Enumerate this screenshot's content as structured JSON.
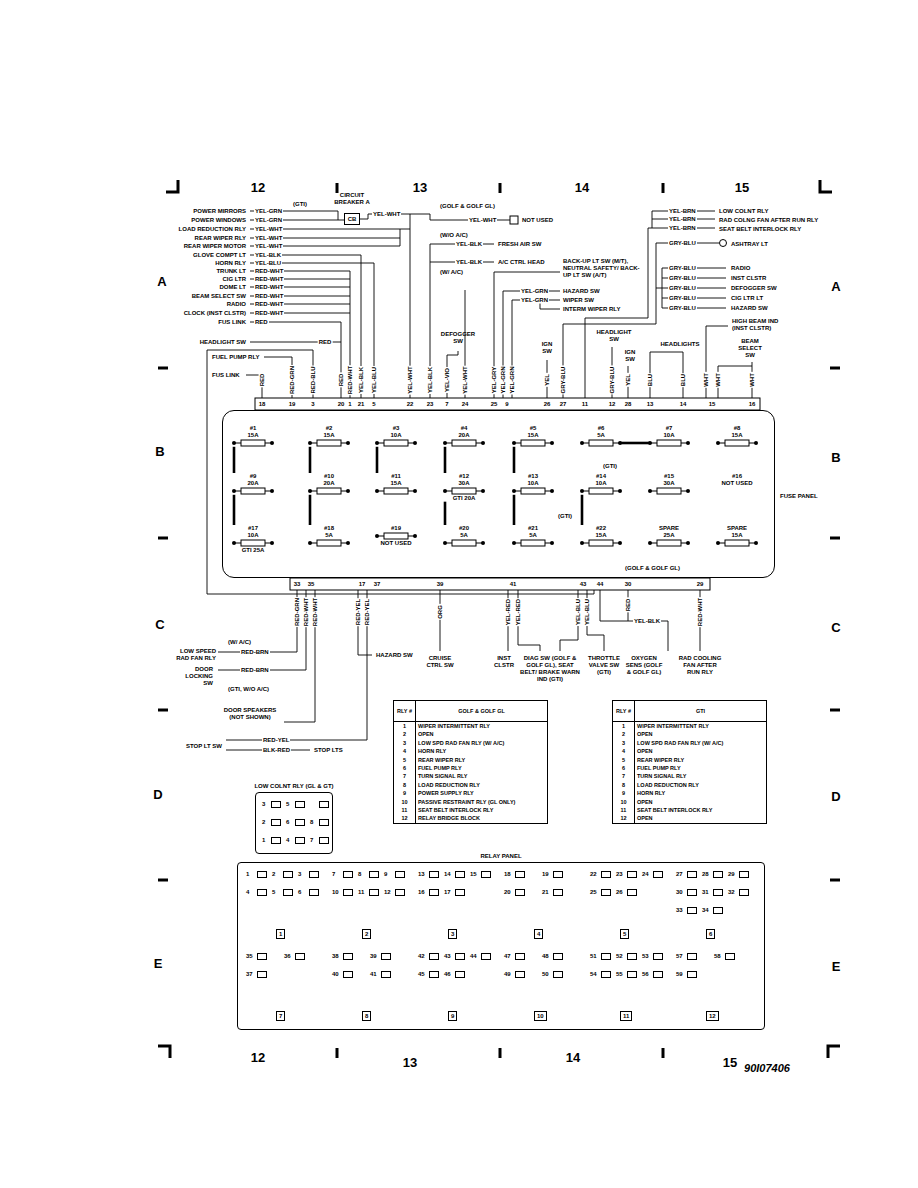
{
  "diagram": {
    "nodes": [
      {
        "text": [
          "CB"
        ]
      },
      {
        "text": [
          "FUSE PANEL"
        ]
      },
      {
        "text": [
          "#1",
          "15A"
        ],
        "in": 1
      },
      {
        "text": [
          "#2",
          "15A"
        ],
        "in": 1
      },
      {
        "text": [
          "#3",
          "10A"
        ],
        "in": 1
      },
      {
        "text": [
          "#4",
          "20A"
        ],
        "in": 1
      },
      {
        "text": [
          "#5",
          "15A"
        ],
        "in": 1
      },
      {
        "text": [
          "#6",
          "5A"
        ],
        "in": 1
      },
      {
        "text": [
          "#7",
          "10A"
        ],
        "in": 1
      },
      {
        "text": [
          "#8",
          "15A"
        ],
        "in": 1
      },
      {
        "text": [
          "#9",
          "20A"
        ],
        "in": 1
      },
      {
        "text": [
          "#10",
          "20A"
        ],
        "in": 1
      },
      {
        "text": [
          "#11",
          "15A"
        ],
        "in": 1
      },
      {
        "text": [
          "#12",
          "30A",
          "GTI 20A"
        ],
        "in": 1
      },
      {
        "text": [
          "#13",
          "10A"
        ],
        "in": 1
      },
      {
        "text": [
          "#14",
          "10A"
        ],
        "in": 1
      },
      {
        "text": [
          "#15",
          "30A"
        ],
        "in": 1
      },
      {
        "text": [
          "#16",
          "NOT USED"
        ],
        "in": 1
      },
      {
        "text": [
          "#17",
          "10A",
          "GTI 25A"
        ],
        "in": 1
      },
      {
        "text": [
          "#18",
          "5A"
        ],
        "in": 1
      },
      {
        "text": [
          "#19",
          "NOT USED"
        ],
        "in": 1
      },
      {
        "text": [
          "#20",
          "5A"
        ],
        "in": 1
      },
      {
        "text": [
          "#21",
          "5A"
        ],
        "in": 1
      },
      {
        "text": [
          "#22",
          "15A"
        ],
        "in": 1
      },
      {
        "text": [
          "SPARE",
          "25A"
        ],
        "in": 1
      },
      {
        "text": [
          "SPARE",
          "15A"
        ],
        "in": 1
      },
      {
        "text": [
          "RLY #",
          "GOLF & GOLF GL",
          "1",
          "WIPER INTERMITTENT RLY",
          "2",
          "OPEN",
          "3",
          "LOW SPD RAD FAN RLY (W/ A/C)",
          "4",
          "HORN RLY",
          "5",
          "REAR WIPER RLY",
          "6",
          "FUEL PUMP RLY",
          "7",
          "TURN SIGNAL RLY",
          "8",
          "LOAD REDUCTION RLY",
          "9",
          "POWER SUPPLY RLY",
          "10",
          "PASSIVE RESTRAINT RLY (GL ONLY)",
          "11",
          "SEAT BELT INTERLOCK RLY",
          "12",
          "RELAY BRIDGE BLOCK"
        ]
      },
      {
        "text": [
          "RLY #",
          "GTI",
          "1",
          "WIPER INTERMITTENT RLY",
          "2",
          "OPEN",
          "3",
          "LOW SPD RAD FAN RLY (W/ A/C)",
          "4",
          "OPEN",
          "5",
          "REAR WIPER RLY",
          "6",
          "FUEL PUMP RLY",
          "7",
          "TURN SIGNAL RLY",
          "8",
          "LOAD REDUCTION RLY",
          "9",
          "HORN RLY",
          "10",
          "OPEN",
          "11",
          "SEAT BELT INTERLOCK RLY",
          "12",
          "OPEN"
        ]
      },
      {
        "text": [
          "LOW COLNT RLY (GL & GT)",
          "3",
          "5",
          "2",
          "6",
          "8",
          "1",
          "4",
          "7"
        ]
      },
      {
        "text": [
          "RELAY PANEL",
          "1",
          "2",
          "3",
          "4",
          "5",
          "6",
          "7",
          "8",
          "9",
          "10",
          "11",
          "12",
          "13",
          "14",
          "15",
          "16",
          "17",
          "18",
          "19",
          "20",
          "21",
          "22",
          "23",
          "24",
          "25",
          "26",
          "27",
          "28",
          "29",
          "30",
          "31",
          "32",
          "33",
          "34",
          "35",
          "36",
          "37",
          "38",
          "39",
          "40",
          "41",
          "42",
          "43",
          "44",
          "45",
          "46",
          "47",
          "48",
          "49",
          "50",
          "51",
          "52",
          "53",
          "54",
          "55",
          "56",
          "57",
          "58",
          "59",
          "1",
          "2",
          "3",
          "4",
          "5",
          "6",
          "7",
          "8",
          "9",
          "10",
          "11",
          "12"
        ]
      }
    ],
    "edges": [
      {
        "from": 2,
        "to": 10,
        "arrow": "none"
      },
      {
        "from": 10,
        "to": 18,
        "arrow": "none"
      },
      {
        "from": 3,
        "to": 11,
        "arrow": "none"
      },
      {
        "from": 11,
        "to": 19,
        "arrow": "none"
      },
      {
        "from": 4,
        "to": 12,
        "arrow": "none"
      },
      {
        "from": 5,
        "to": 13,
        "arrow": "none"
      },
      {
        "from": 13,
        "to": 21,
        "arrow": "none"
      },
      {
        "from": 6,
        "to": 14,
        "arrow": "none"
      },
      {
        "from": 14,
        "to": 22,
        "arrow": "none"
      },
      {
        "from": 7,
        "to": 8,
        "arrow": "none"
      },
      {
        "from": 15,
        "to": 23,
        "arrow": "none"
      }
    ],
    "labels": [
      "12",
      "13",
      "14",
      "15",
      "A",
      "A",
      "B",
      "B",
      "C",
      "C",
      "D",
      "D",
      "E",
      "E",
      "12",
      "13",
      "14",
      "15",
      "90I07406",
      "POWER MIRRORS",
      "POWER WINDOWS",
      "LOAD REDUCTION RLY",
      "REAR WIPER RLY",
      "REAR WIPER MOTOR",
      "GLOVE COMPT LT",
      "HORN RLY",
      "TRUNK LT",
      "CIG LTR",
      "DOME LT",
      "BEAM SELECT SW",
      "RADIO",
      "CLOCK (INST CLSTR)",
      "FUS LINK",
      "YEL-GRN",
      "YEL-GRN",
      "YEL-WHT",
      "YEL-WHT",
      "YEL-WHT",
      "YEL-BLK",
      "YEL-BLU",
      "RED-WHT",
      "RED-WHT",
      "RED-WHT",
      "RED-WHT",
      "RED-WHT",
      "RED-WHT",
      "RED",
      "(GTI)",
      "CIRCUIT BREAKER A",
      "YEL-WHT",
      "(GOLF & GOLF GL)",
      "YEL-WHT",
      "NOT USED",
      "(W/O A/C)",
      "YEL-BLK",
      "FRESH AIR SW",
      "YEL-BLK",
      "A/C CTRL HEAD",
      "(W/ A/C)",
      "BACK-UP LT SW (M/T), NEUTRAL SAFETY/ BACK-UP LT SW (A/T)",
      "YEL-GRN",
      "HAZARD SW",
      "YEL-GRN",
      "WIPER SW",
      "INTERM WIPER RLY",
      "DEFOGGER SW",
      "IGN SW",
      "HEADLIGHT SW",
      "HEADLIGHTS",
      "IGN SW",
      "BEAM SELECT SW",
      "HIGH BEAM IND (INST CLSTR)",
      "YEL-BRN",
      "LOW COLNT RLY",
      "YEL-BRN",
      "RAD COLNG FAN AFTER RUN RLY",
      "YEL-BRN",
      "SEAT BELT INTERLOCK RLY",
      "GRY-BLU",
      "ASHTRAY LT",
      "GRY-BLU",
      "RADIO",
      "GRY-BLU",
      "INST CLSTR",
      "GRY-BLU",
      "DEFOGGER SW",
      "GRY-BLU",
      "CIG LTR LT",
      "GRY-BLU",
      "HAZARD SW",
      "HEADLIGHT SW",
      "RED",
      "FUEL PUMP RLY",
      "FUS LINK",
      "RED",
      "RED-GRN",
      "RED-BLU",
      "RED",
      "RED-WHT",
      "YEL-BLK",
      "YEL-BLU",
      "YEL-WHT",
      "YEL-BLK",
      "YEL-VIO",
      "YEL-WHT",
      "YEL-GRY",
      "YEL-GRN",
      "YEL-GRN",
      "YEL",
      "GRY-BLU",
      "GRY-BLU",
      "YEL",
      "BLU",
      "BLU",
      "WHT",
      "WHT",
      "WHT",
      "18",
      "19",
      "3",
      "20",
      "1",
      "21",
      "5",
      "22",
      "23",
      "7",
      "24",
      "25",
      "9",
      "26",
      "27",
      "11",
      "12",
      "28",
      "13",
      "14",
      "15",
      "16",
      "33",
      "35",
      "17",
      "37",
      "39",
      "41",
      "43",
      "44",
      "30",
      "29",
      "RED-GRN",
      "RED-WHT",
      "RED-WHT",
      "RED-YEL",
      "RED-YEL",
      "ORG",
      "YEL-RED",
      "YEL-RED",
      "YEL-BLU",
      "YEL-BLU",
      "RED",
      "RED-WHT",
      "YEL-BLK",
      "(W/ A/C)",
      "RED-BRN",
      "LOW SPEED RAD FAN RLY",
      "DOOR LOCKING SW",
      "RED-BRN",
      "(GTI, W/O A/C)",
      "DOOR SPEAKERS (NOT SHOWN)",
      "HAZARD SW",
      "CRUISE CTRL SW",
      "INST CLSTR",
      "DIAG SW (GOLF & GOLF GL), SEAT BELT/ BRAKE WARN IND (GTI)",
      "THROTTLE VALVE SW (GTI)",
      "OXYGEN SENS (GOLF & GOLF GL)",
      "RAD COOLING FAN AFTER RUN RLY",
      "STOP LT SW",
      "RED-YEL",
      "BLK-RED",
      "STOP LTS",
      "(GTI)",
      "(GTI)",
      "(GOLF & GOLF GL)"
    ]
  }
}
